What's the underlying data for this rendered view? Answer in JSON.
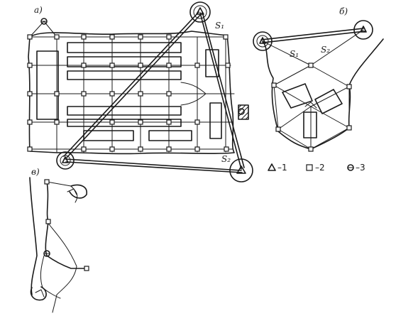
{
  "panels": {
    "a": {
      "label": "а)"
    },
    "b": {
      "label": "б)"
    },
    "c": {
      "label": "в)"
    }
  },
  "stations": {
    "s1_a": "S₁",
    "s2_a": "S₂",
    "s1_b": "S₁",
    "s2_b": "S₂"
  },
  "legend": {
    "item1": "–1",
    "item2": "–2",
    "item3": "–3"
  },
  "colors": {
    "ink": "#1a1a1a",
    "paper": "#ffffff"
  }
}
